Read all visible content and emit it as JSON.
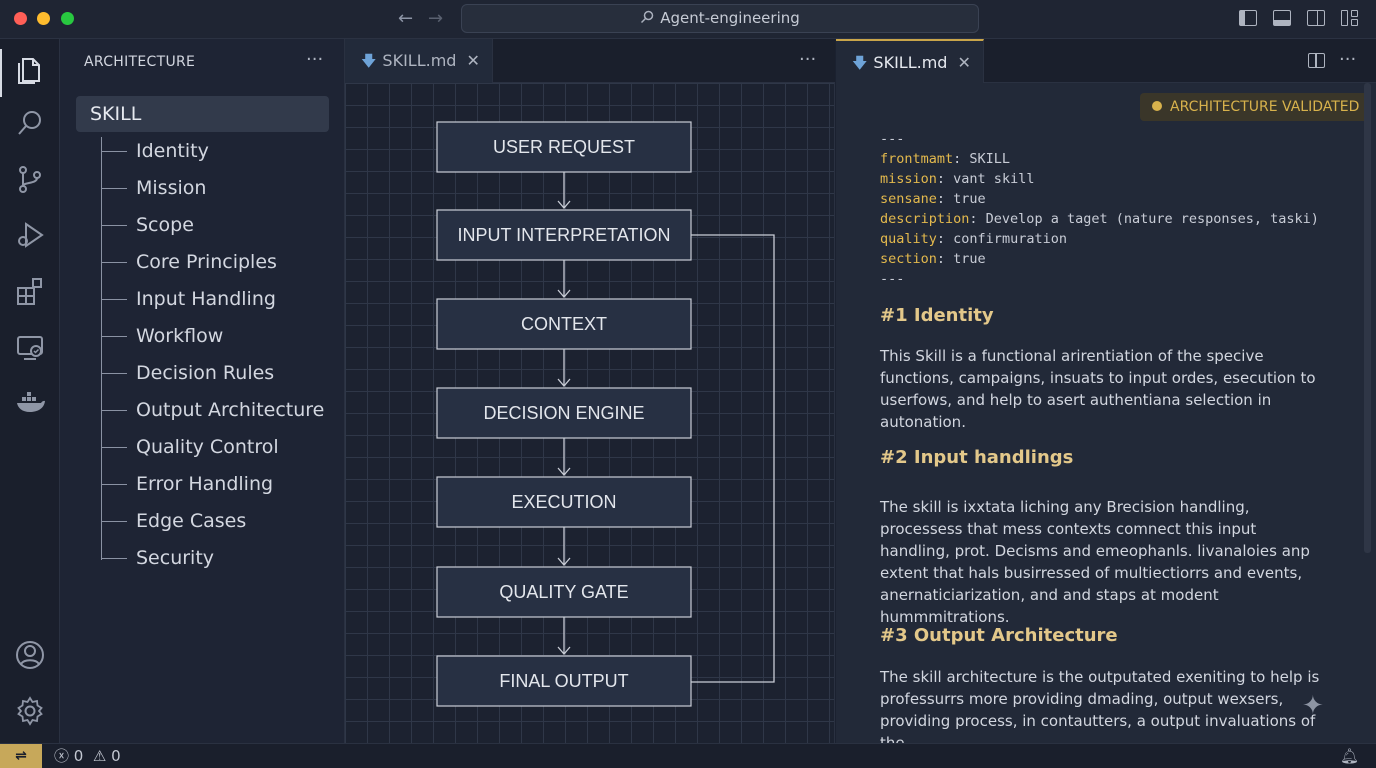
{
  "window": {
    "title": "Agent-engineering"
  },
  "explorer": {
    "title": "ARCHITECTURE",
    "root": "SKILL",
    "items": [
      "Identity",
      "Mission",
      "Scope",
      "Core Principles",
      "Input Handling",
      "Workflow",
      "Decision Rules",
      "Output Architecture",
      "Quality Control",
      "Error Handling",
      "Edge Cases",
      "Security"
    ]
  },
  "editor_left": {
    "tab_label": "SKILL.md",
    "flow_nodes": [
      "USER REQUEST",
      "INPUT INTERPRETATION",
      "CONTEXT",
      "DECISION ENGINE",
      "EXECUTION",
      "QUALITY GATE",
      "FINAL OUTPUT"
    ]
  },
  "editor_right": {
    "tab_label": "SKILL.md",
    "badge": "ARCHITECTURE VALIDATED",
    "frontmatter": {
      "delim": "---",
      "lines": [
        {
          "key": "frontmamt",
          "value": "SKILL"
        },
        {
          "key": "mission",
          "value": "vant skill"
        },
        {
          "key": "sensane",
          "value": "true"
        },
        {
          "key": "description",
          "value": "Develop a taget (nature responses, taski)"
        },
        {
          "key": "quality",
          "value": "confirmuration"
        },
        {
          "key": "section",
          "value": "true"
        }
      ]
    },
    "sections": [
      {
        "heading": "#1 Identity",
        "body": "This Skill is a functional arirentiation of the specive functions, campaigns, insuats to input ordes, esecution to userfows, and help to asert authentiana selection in autonation."
      },
      {
        "heading": "#2 Input handlings",
        "body": "The skill is ixxtata liching any Brecision handling, processess that mess contexts comnect this input handling, prot. Decisms and emeophanls. livanaloies anp extent that hals busirressed of multiectiorrs and events, anernaticiarization, and and staps at modent hummmitrations."
      },
      {
        "heading": "#3 Output Architecture",
        "body": "The skill architecture is the outputated exeniting to help is professurrs more providing dmading, output wexsers, providing process, in contautters, a output invaluations of the"
      }
    ]
  },
  "statusbar": {
    "errors": "0",
    "warnings": "0"
  },
  "colors": {
    "accent": "#d8b24c",
    "background": "#1b2130"
  }
}
